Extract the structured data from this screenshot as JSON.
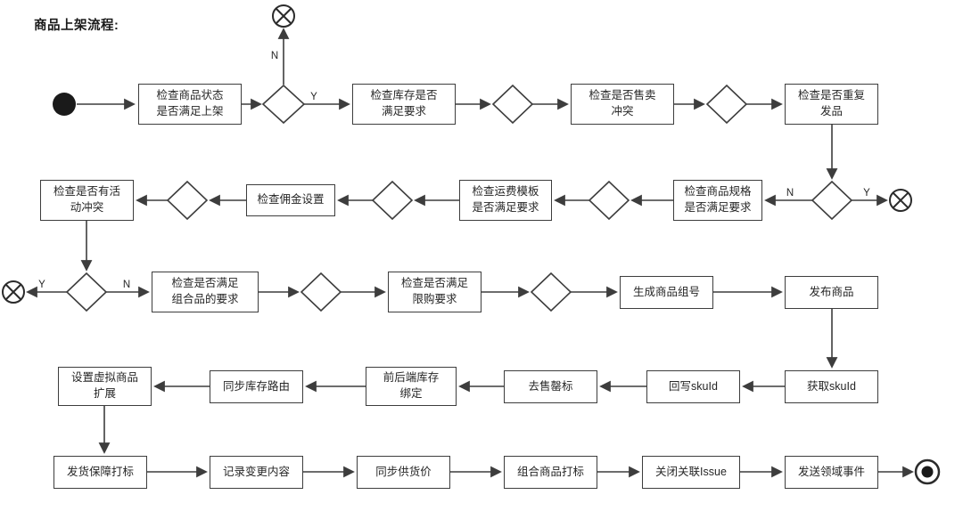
{
  "title": "商品上架流程:",
  "decision_labels": {
    "yes": "Y",
    "no": "N"
  },
  "colors": {
    "line": "#3d3d3d",
    "node_fill": "#ffffff",
    "text": "#262626",
    "event_fill": "#1a1a1a"
  },
  "nodes": {
    "check_product_status": "检查商品状态\n是否满足上架",
    "check_inventory": "检查库存是否\n满足要求",
    "check_sell_conflict": "检查是否售卖\n冲突",
    "check_duplicate_publish": "检查是否重复\n发品",
    "check_product_spec": "检查商品规格\n是否满足要求",
    "check_freight_template": "检查运费模板\n是否满足要求",
    "check_commission": "检查佣金设置",
    "check_activity_conflict": "检查是否有活\n动冲突",
    "check_combo_requirement": "检查是否满足\n组合品的要求",
    "check_purchase_limit": "检查是否满足\n限购要求",
    "generate_product_group": "生成商品组号",
    "publish_product": "发布商品",
    "get_skuid": "获取skuId",
    "write_back_skuid": "回写skuId",
    "remove_soldout_tag": "去售罄标",
    "bind_front_back_inventory": "前后端库存\n绑定",
    "sync_inventory_route": "同步库存路由",
    "set_virtual_product_ext": "设置虚拟商品\n扩展",
    "shipping_guarantee_tag": "发货保障打标",
    "record_change_content": "记录变更内容",
    "sync_supply_price": "同步供货价",
    "combo_product_tag": "组合商品打标",
    "close_related_issue": "关闭关联Issue",
    "send_domain_event": "发送领域事件"
  }
}
